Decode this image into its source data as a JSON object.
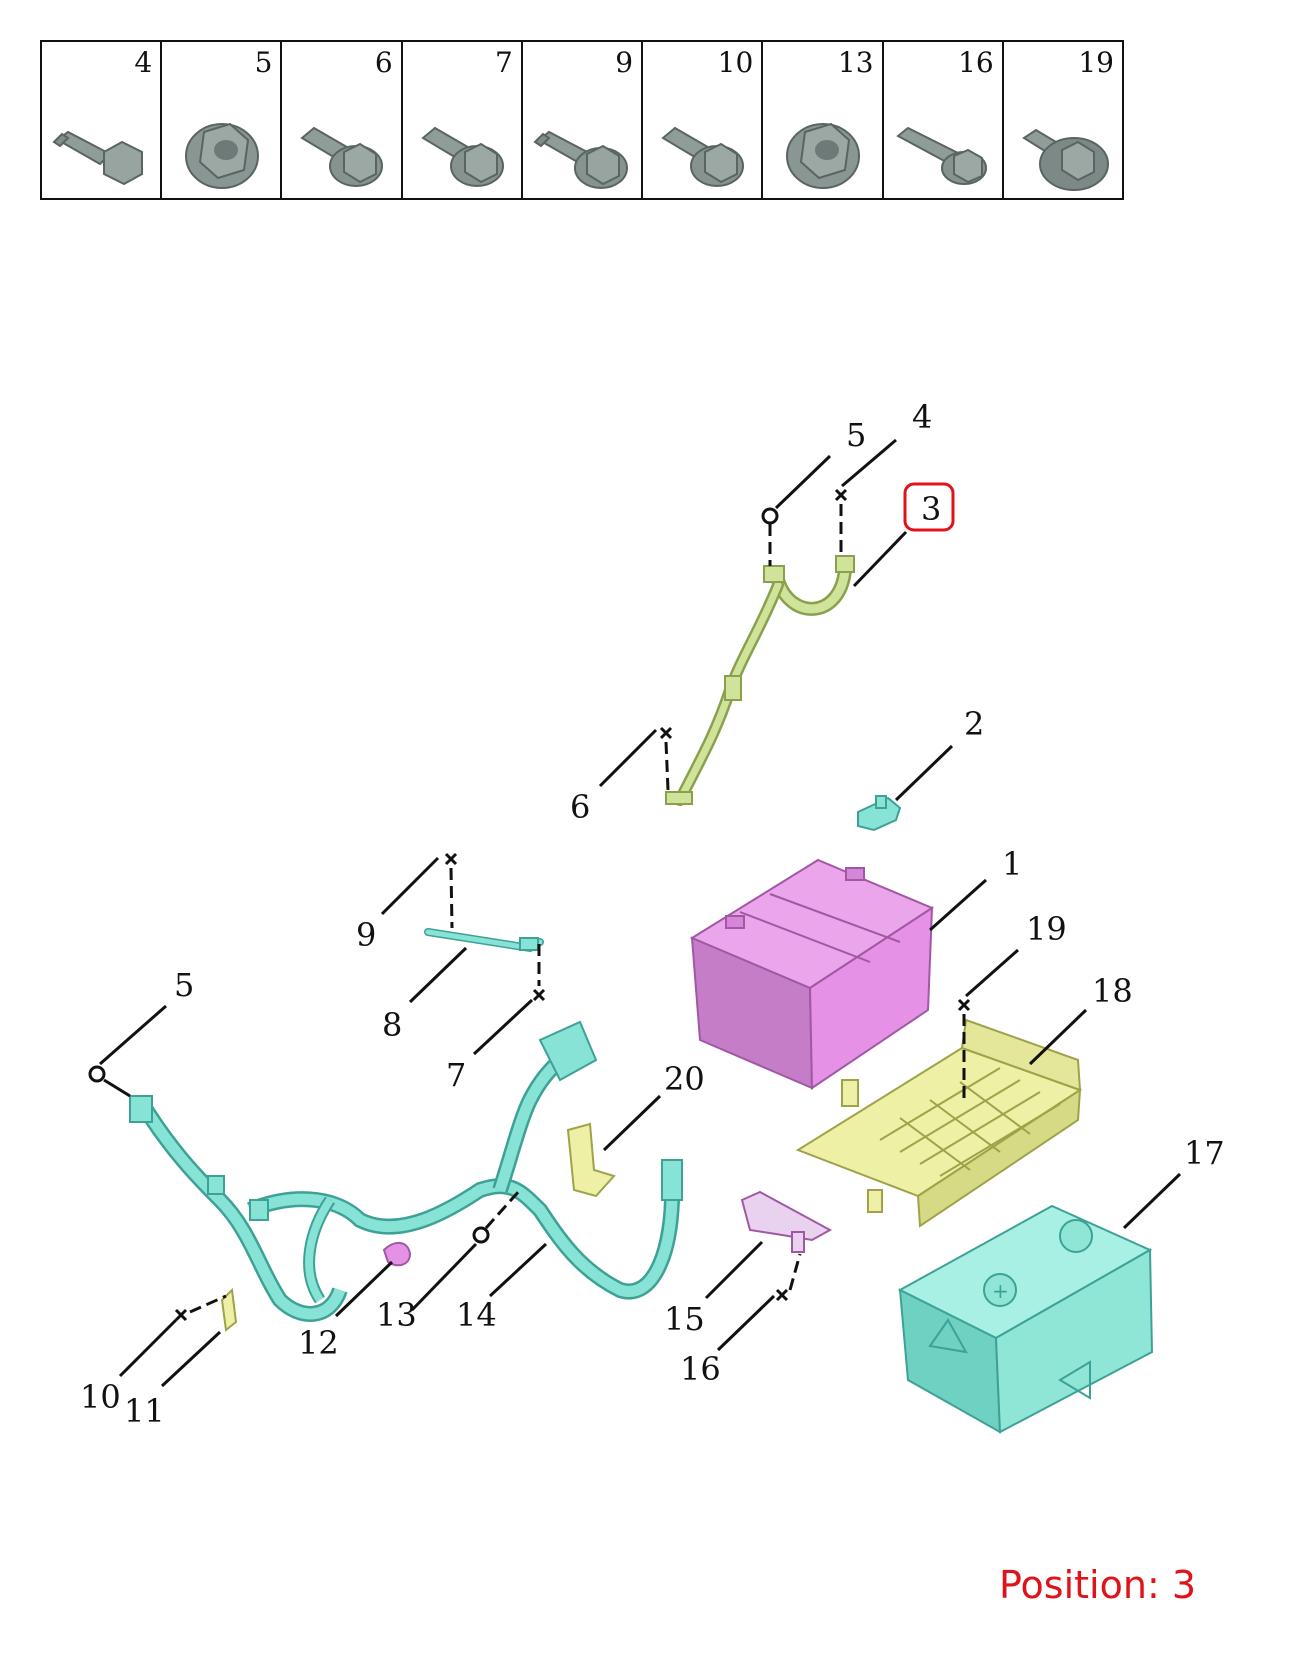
{
  "fastener_table": {
    "cells": [
      {
        "number": "4",
        "icon": "stepped-bolt-icon"
      },
      {
        "number": "5",
        "icon": "flange-nut-icon"
      },
      {
        "number": "6",
        "icon": "flange-bolt-icon"
      },
      {
        "number": "7",
        "icon": "flange-bolt-icon"
      },
      {
        "number": "9",
        "icon": "stepped-bolt-icon"
      },
      {
        "number": "10",
        "icon": "flange-bolt-icon"
      },
      {
        "number": "13",
        "icon": "flange-nut-icon"
      },
      {
        "number": "16",
        "icon": "long-flange-bolt-icon"
      },
      {
        "number": "19",
        "icon": "washer-bolt-icon"
      }
    ]
  },
  "callouts": [
    {
      "id": "c1",
      "label": "1"
    },
    {
      "id": "c2",
      "label": "2"
    },
    {
      "id": "c3",
      "label": "3"
    },
    {
      "id": "c4",
      "label": "4"
    },
    {
      "id": "c5a",
      "label": "5"
    },
    {
      "id": "c5b",
      "label": "5"
    },
    {
      "id": "c6",
      "label": "6"
    },
    {
      "id": "c7",
      "label": "7"
    },
    {
      "id": "c8",
      "label": "8"
    },
    {
      "id": "c9",
      "label": "9"
    },
    {
      "id": "c10",
      "label": "10"
    },
    {
      "id": "c11",
      "label": "11"
    },
    {
      "id": "c12",
      "label": "12"
    },
    {
      "id": "c13",
      "label": "13"
    },
    {
      "id": "c14",
      "label": "14"
    },
    {
      "id": "c15",
      "label": "15"
    },
    {
      "id": "c16",
      "label": "16"
    },
    {
      "id": "c17",
      "label": "17"
    },
    {
      "id": "c18",
      "label": "18"
    },
    {
      "id": "c19",
      "label": "19"
    },
    {
      "id": "c20",
      "label": "20"
    }
  ],
  "highlighted_callout": "3",
  "highlight_color": "#e0131a",
  "part_colors": {
    "battery": "#e592e6",
    "cable": "#cfe49a",
    "harness": "#86e3d6",
    "tray": "#eef0a6",
    "cover": "#8fe6d6",
    "bracket": "#e9d1f0"
  },
  "position_label": "Position: 3"
}
